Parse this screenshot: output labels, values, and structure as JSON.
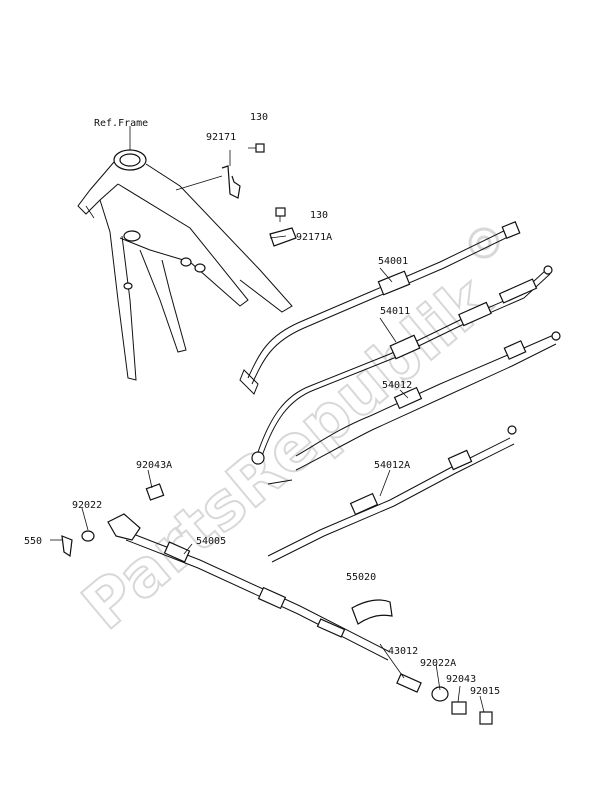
{
  "watermark": {
    "text": "PartsRepublik",
    "color": "#d8d8d8"
  },
  "labels": {
    "ref_frame": "Ref.Frame",
    "p130_top": "130",
    "p92171": "92171",
    "p130_mid": "130",
    "p92171A": "92171A",
    "p54001": "54001",
    "p54011": "54011",
    "p54012": "54012",
    "p54012A": "54012A",
    "p92043A": "92043A",
    "p92022": "92022",
    "p550": "550",
    "p54005": "54005",
    "p55020": "55020",
    "p43012": "43012",
    "p92022A": "92022A",
    "p92043": "92043",
    "p92015": "92015"
  },
  "icons": [
    "gear-icon"
  ]
}
